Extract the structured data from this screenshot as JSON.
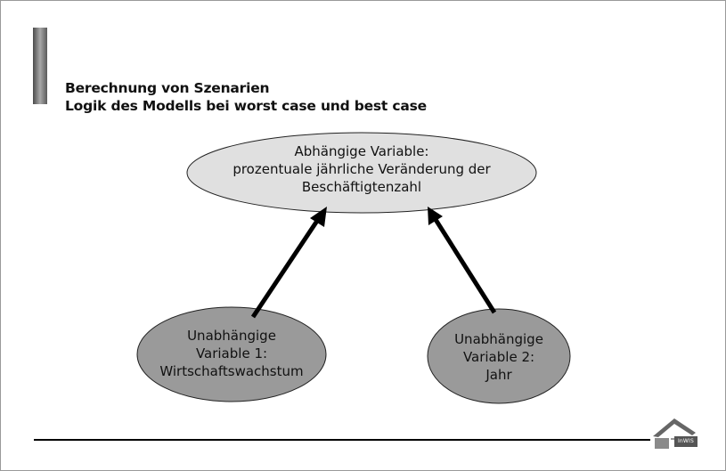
{
  "title": {
    "line1": "Berechnung von Szenarien",
    "line2": "Logik des Modells bei worst case und best case"
  },
  "nodes": {
    "dependent": {
      "lines": [
        "Abhängige Variable:",
        "prozentuale jährliche Veränderung der",
        "Beschäftigtenzahl"
      ],
      "fill": "#e0e0e0"
    },
    "independent1": {
      "lines": [
        "Unabhängige",
        "Variable 1:",
        "Wirtschaftswachstum"
      ],
      "fill": "#9a9a9a"
    },
    "independent2": {
      "lines": [
        "Unabhängige",
        "Variable 2:",
        "Jahr"
      ],
      "fill": "#9a9a9a"
    }
  },
  "logo": {
    "text": "InWIS"
  },
  "colors": {
    "arrow": "#000000",
    "footer_line": "#000000"
  }
}
